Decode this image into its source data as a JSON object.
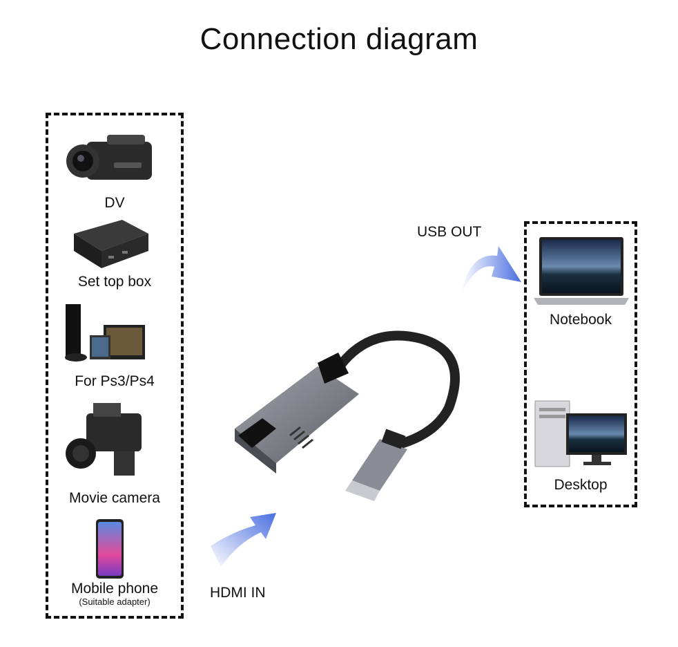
{
  "title": "Connection diagram",
  "sources": [
    {
      "label": "DV",
      "icon": "camcorder-icon"
    },
    {
      "label": "Set top box",
      "icon": "set-top-box-icon"
    },
    {
      "label": "For Ps3/Ps4",
      "icon": "game-console-icon"
    },
    {
      "label": "Movie camera",
      "icon": "movie-camera-icon"
    },
    {
      "label": "Mobile phone",
      "sublabel": "(Suitable adapter)",
      "icon": "mobile-phone-icon"
    }
  ],
  "targets": [
    {
      "label": "Notebook",
      "icon": "laptop-icon"
    },
    {
      "label": "Desktop",
      "icon": "desktop-icon"
    }
  ],
  "connections": {
    "input": "HDMI IN",
    "output": "USB OUT"
  },
  "colors": {
    "arrow": "#4a6ee0",
    "adapter": "#8a8d96",
    "cable": "#222222"
  }
}
